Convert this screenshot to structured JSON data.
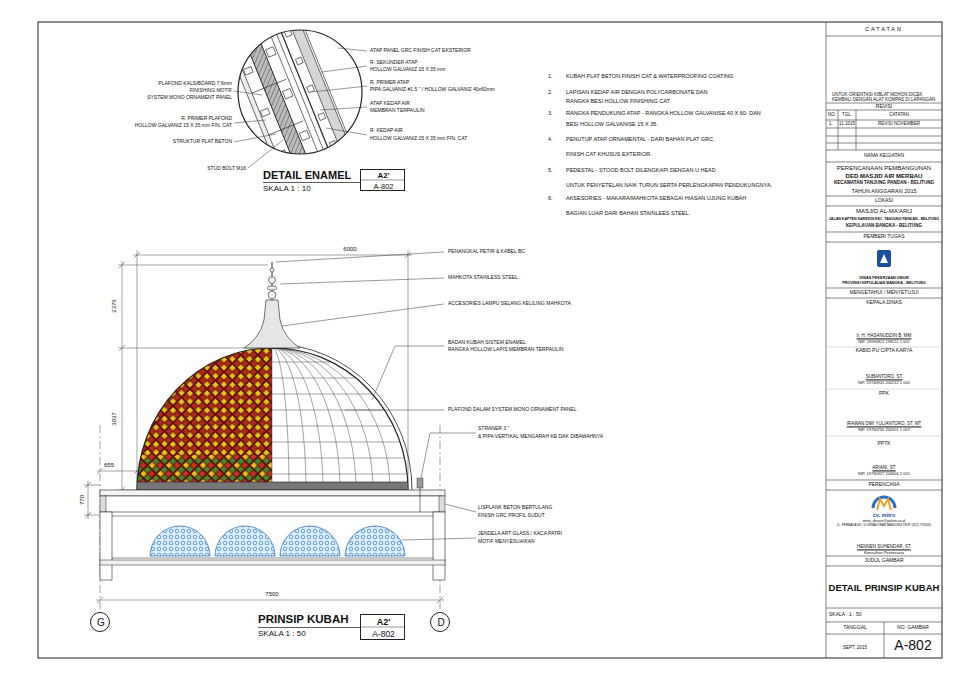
{
  "diagram": {
    "nodes": [
      {
        "text": [
          "CATATAN",
          "UNTUK ORIENTASI KIBLAT MOHON DICEK KEMBALI DENGAN ALAT KOMPAS DI LAPANGAN"
        ]
      },
      {
        "text": [
          "REVISI",
          "NO.",
          "TGL.",
          "CATATAN",
          "1.",
          "11 2015",
          "REVISI NOVEMBER"
        ]
      },
      {
        "text": [
          "NAMA KEGIATAN",
          "PERENCANAAN PEMBANGUNAN",
          "DED MASJID AIR MERBAU",
          "KECAMATAN TANJUNG PANDAN - BELITUNG",
          "TAHUN ANGGARAN 2015"
        ]
      },
      {
        "text": [
          "LOKASI",
          "MASJID AL-MA'ARIJ",
          "JALAN KAPTEN SAREDIN KEC. TANJUNG PANDAN - BELITUNG",
          "KEPULAUAN BANGKA - BELITUNG"
        ]
      },
      {
        "text": [
          "PEMBERI TUGAS",
          "DINAS PEKERJAAN UMUM",
          "PROVINSI KEPULAUAN BANGKA - BELITUNG"
        ]
      },
      {
        "text": [
          "MENGETAHUI / MENYETUJUI",
          "KEPALA DINAS",
          "Ir. H. HASANUDDIN B, MM",
          "NIP. 19590822 198511 1 001",
          "KABID PU CIPTA KARYA",
          "SUBANTORO, ST",
          "NIP. 19740905 200212 1 005",
          "PPK",
          "IRAWAN DWI YULIANTORO, ST, MT",
          "NIP. 19780730 200501 1 007",
          "PPTK",
          "ARIANI, ST",
          "NIP. 19780327 200604 2 001"
        ]
      },
      {
        "text": [
          "PERENCANA",
          "cv. mitro",
          "mitro_desain@yahoo.co.id",
          "JL. PERMADA NO. 11 KEMAYORAN BANDUNG TELP. (022) 7702050",
          "HENNEN SUHENDAR, ST",
          "Konsultan Perencana"
        ]
      },
      {
        "text": [
          "JUDUL GAMBAR",
          "DETAIL PRINSIP KUBAH"
        ]
      },
      {
        "text": [
          "SKALA : 1 : 50"
        ]
      },
      {
        "text": [
          "TANGGAL",
          "SEPT. 2015"
        ]
      },
      {
        "text": [
          "NO. GAMBAR",
          "A-802"
        ]
      },
      {
        "text": [
          "A2'",
          "A-802"
        ]
      },
      {
        "text": [
          "A2'",
          "A-802"
        ]
      },
      {
        "text": [
          "G"
        ]
      },
      {
        "text": [
          "D"
        ]
      }
    ],
    "labels": [
      "ATAP PANEL GRC FINISH CAT EKSTERIOR",
      "R. SEKUNDER ATAP",
      "HOLLOW GALVANIZ 15 X 35 mm",
      "R. PRIMER ATAP",
      "PIPA GALVANIZ #1.5 \" / HOLLOW GALVANIZ 40x60mm",
      "ATAP KEDAP AIR",
      "MEMBRAN TERPAULIN",
      "R. KEDAP AIR",
      "HOLLOW GALVANIZ 15 X 35 mm FIN. CAT",
      "PLAFOND KALSIBOARD 7,6mm",
      "FINISHING MOTIF",
      "SYSTEM MONO ORNAMENT PANEL",
      "R. PRIMER PLAFOND",
      "HOLLOW GALVANIZ 15 X 35 mm FIN. CAT",
      "STRUKTUR PLAT BETON",
      "STUD BOLT M16",
      "DETAIL ENAMEL",
      "SKALA 1 : 10",
      "1.",
      "KUBAH PLAT BETON FINISH CAT & WATERPROOFING COATING",
      "2.",
      "LAPISAN KEDAP AIR DENGAN POLYCARBONATE DAN",
      "RANGKA BESI HOLLOW FINISHING CAT.",
      "3.",
      "RANGKA PENDUKUNG ATAP - RANGKA HOLLOW GALVANISE 40 X 60- DAN",
      "BESI HOLLOW GALVANISE 15 X 35.",
      "4.",
      "PENUTUP ATAP ORNAMENTAL - DARI BAHAN PLAT GRC.",
      "FINISH CAT KHUSUS EXTERIOR.",
      "5.",
      "PEDESTAL - STOOD BOLT DILENGKAPI DENGAN U HEAD",
      "UNTUK PENYETELAN NAIK TURUN SERTA PERLENGKAPAN PENDUKUNGNYA.",
      "6.",
      "AKSESORIES - MAKARA/MAHKOTA SEBAGAI HIASAN UJUNG KUBAH",
      "BAGIAN LUAR DARI BAHAN STAINLEES STEEL.",
      "6000",
      "2376",
      "3037",
      "655",
      "770",
      "7500",
      "PENANGKAL PETIR & KABEL BC",
      "MAHKOTA STAINLESS STEEL",
      "ACCESORIES LAMPU SELANG KELILING MAHKOTA",
      "BADAN KUBAH SISTEM ENAMEL",
      "RANGKA HOLLOW LAPIS MEMBRAN TERPAULIN",
      "PLAFOND DALAM SYSTEM MONO ORNAMENT PANEL",
      "STRANER 3 \"",
      "& PIPA VERTIKAL MENGARAH KE DAK DIBAWAHNYA",
      "LISPLANK BETON BERTULANG",
      "FINISH GRC PROFIL SUDUT",
      "JENDELA ART GLASS / KACA PATRI",
      "MOTIF MENYESUAIKAN",
      "PRINSIP KUBAH",
      "SKALA 1 : 50"
    ]
  }
}
